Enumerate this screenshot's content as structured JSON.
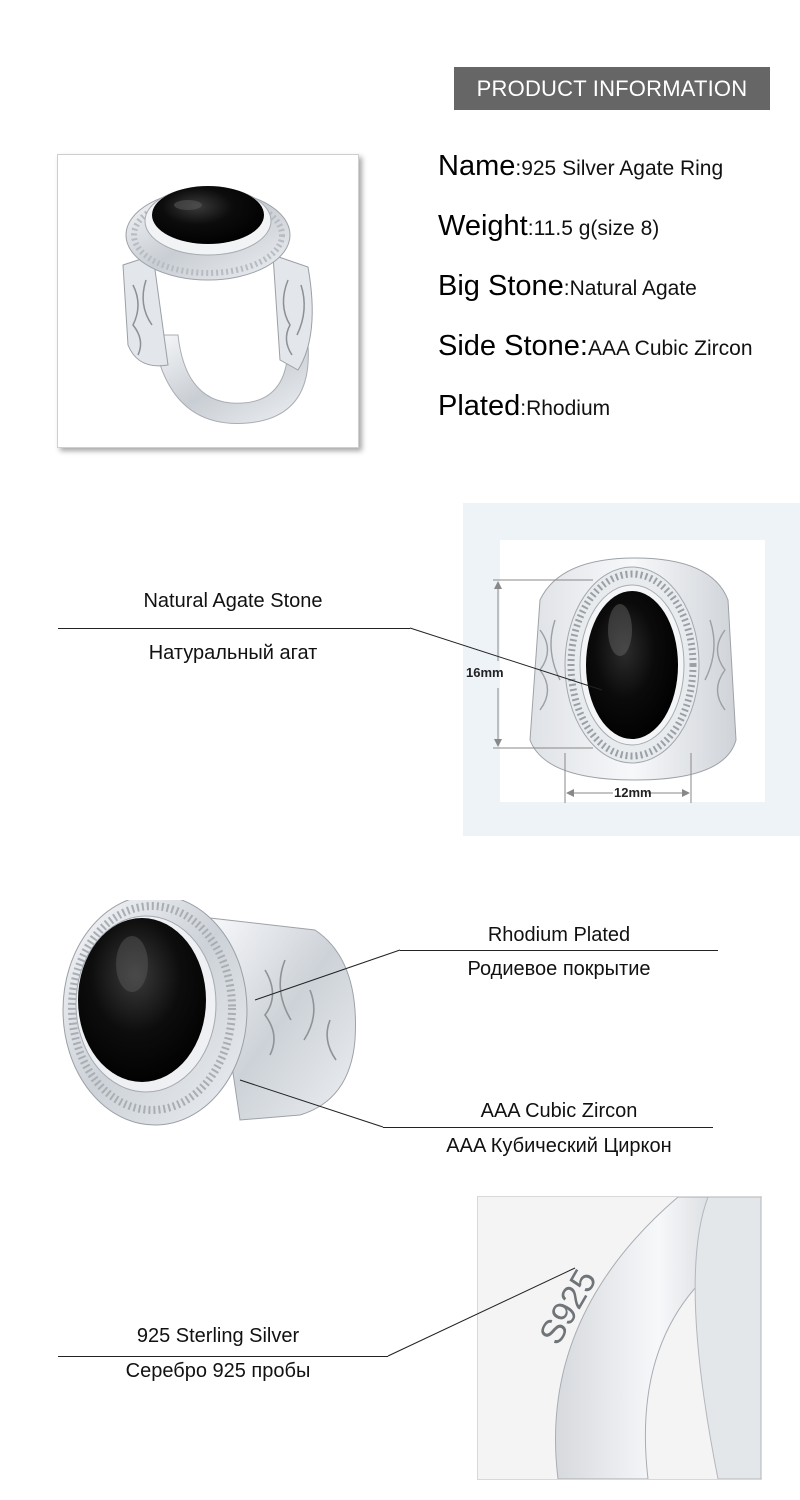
{
  "header": {
    "title": "PRODUCT INFORMATION"
  },
  "specs": [
    {
      "key": "Name",
      "value": ":925 Silver Agate Ring"
    },
    {
      "key": "Weight",
      "value": ":11.5 g(size 8)"
    },
    {
      "key": "Big Stone",
      "value": ":Natural Agate"
    },
    {
      "key": "Side Stone:",
      "value": "AAA Cubic Zircon"
    },
    {
      "key": "Plated",
      "value": ":Rhodium"
    }
  ],
  "measurement": {
    "height": "16mm",
    "width": "12mm"
  },
  "callouts": {
    "agate": {
      "en": "Natural Agate Stone",
      "ru": "Натуральный агат"
    },
    "rhodium": {
      "en": "Rhodium Plated",
      "ru": "Родиевое покрытие"
    },
    "zircon": {
      "en": "AAA Cubic Zircon",
      "ru": "AAA Кубический Циркон"
    },
    "silver": {
      "en": "925 Sterling Silver",
      "ru": "Серебро 925 пробы"
    }
  },
  "engraving": {
    "text": "S925"
  },
  "colors": {
    "badge": "#666666",
    "stone": "#0a0a0a",
    "silver": "#d9dde2",
    "panel": "#eef3f8"
  }
}
